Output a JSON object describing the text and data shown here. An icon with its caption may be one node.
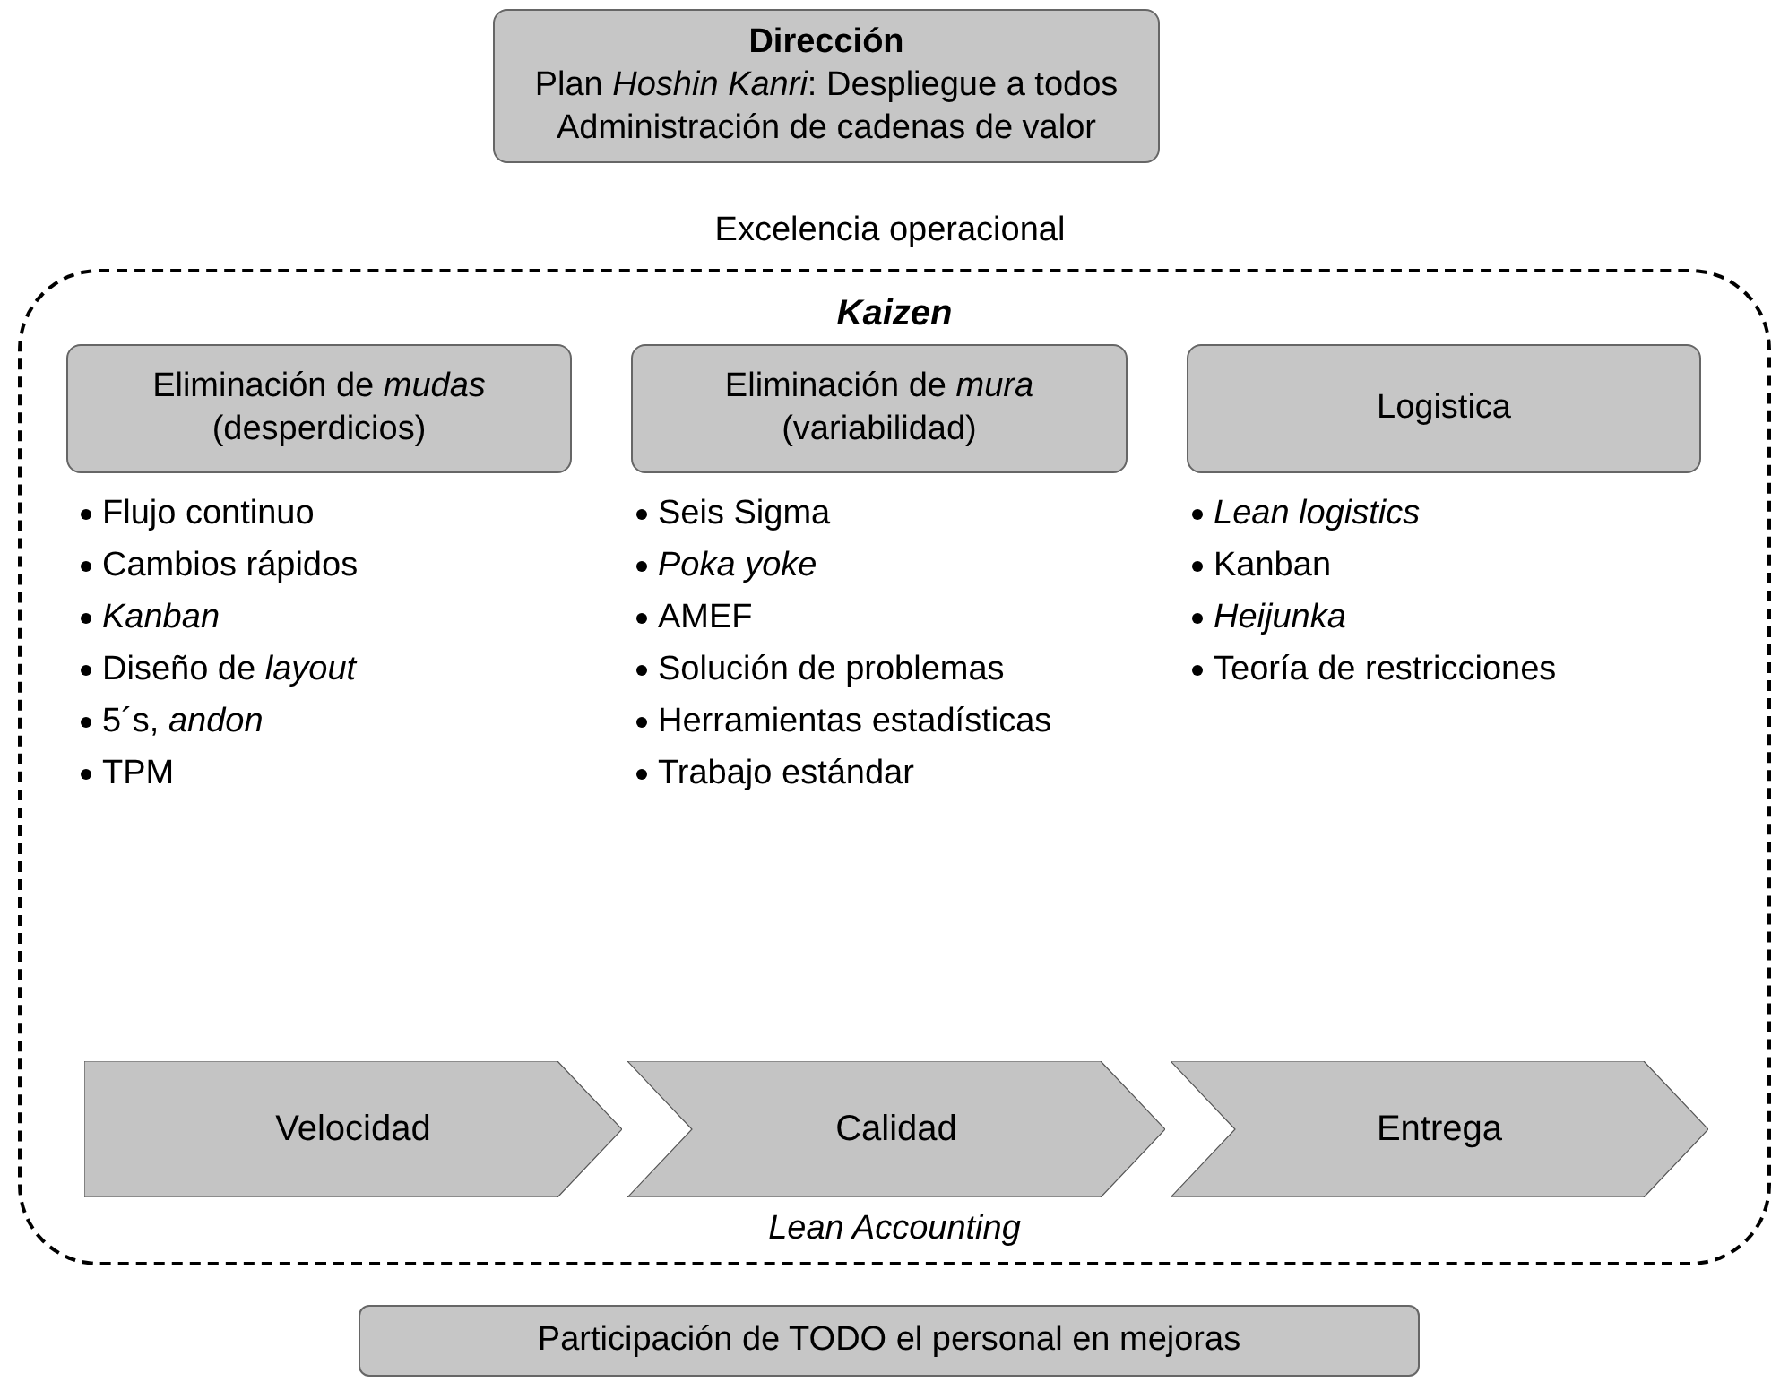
{
  "diagram": {
    "nodes": [
      {
        "text": [
          "Dirección",
          "Plan *Hoshin Kanri*: Despliegue a todos Administración de cadenas de valor"
        ]
      },
      {
        "text": [
          "Kaizen",
          "Lean Accounting"
        ]
      },
      {
        "text": [
          "Eliminación de *mudas* (desperdicios)"
        ],
        "in": 1
      },
      {
        "text": [
          "Eliminación de *mura* (variabilidad)"
        ],
        "in": 1
      },
      {
        "text": [
          "Logistica"
        ],
        "in": 1
      },
      {
        "text": [
          "Velocidad"
        ],
        "in": 1
      },
      {
        "text": [
          "Calidad"
        ],
        "in": 1
      },
      {
        "text": [
          "Entrega"
        ],
        "in": 1
      },
      {
        "text": [
          "Participación de TODO el personal en mejoras"
        ]
      }
    ],
    "labels": [
      "Excelencia operacional",
      "Flujo continuo",
      "Cambios rápidos",
      "Kanban",
      "Diseño de *layout*",
      "5´s, *andon*",
      "TPM",
      "Seis Sigma",
      "Poka yoke",
      "AMEF",
      "Solución de problemas",
      "Herramientas estadísticas",
      "Trabajo estándar",
      "Lean logistics",
      "Kanban",
      "Heijunka",
      "Teoría de restricciones"
    ]
  }
}
